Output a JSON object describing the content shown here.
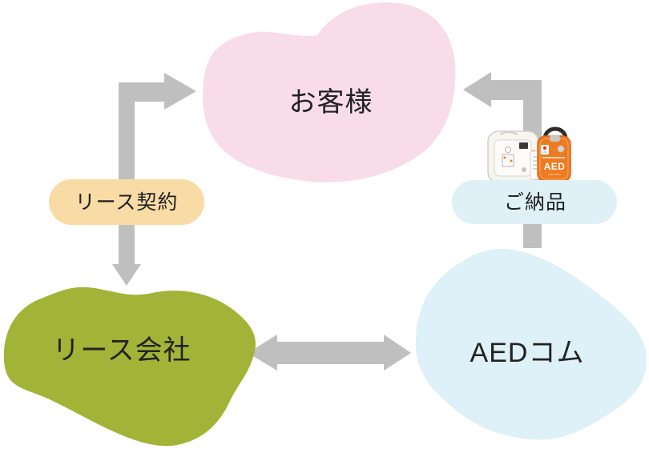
{
  "diagram": {
    "nodes": {
      "customer": {
        "label": "お客様",
        "fill": "#f8dde8"
      },
      "lease_company": {
        "label": "リース会社",
        "fill": "#a1b437"
      },
      "aedcom": {
        "label": "AEDコム",
        "fill": "#def0f8"
      }
    },
    "connectors": {
      "lease_contract": {
        "label": "リース契約",
        "fill": "#f8dba5"
      },
      "delivery": {
        "label": "ご納品",
        "fill": "#dff0f7"
      }
    },
    "product_image": {
      "device_label": "AED"
    },
    "colors": {
      "arrow": "#bfbfbf",
      "label_text": "#222222",
      "background": "#ffffff"
    }
  }
}
